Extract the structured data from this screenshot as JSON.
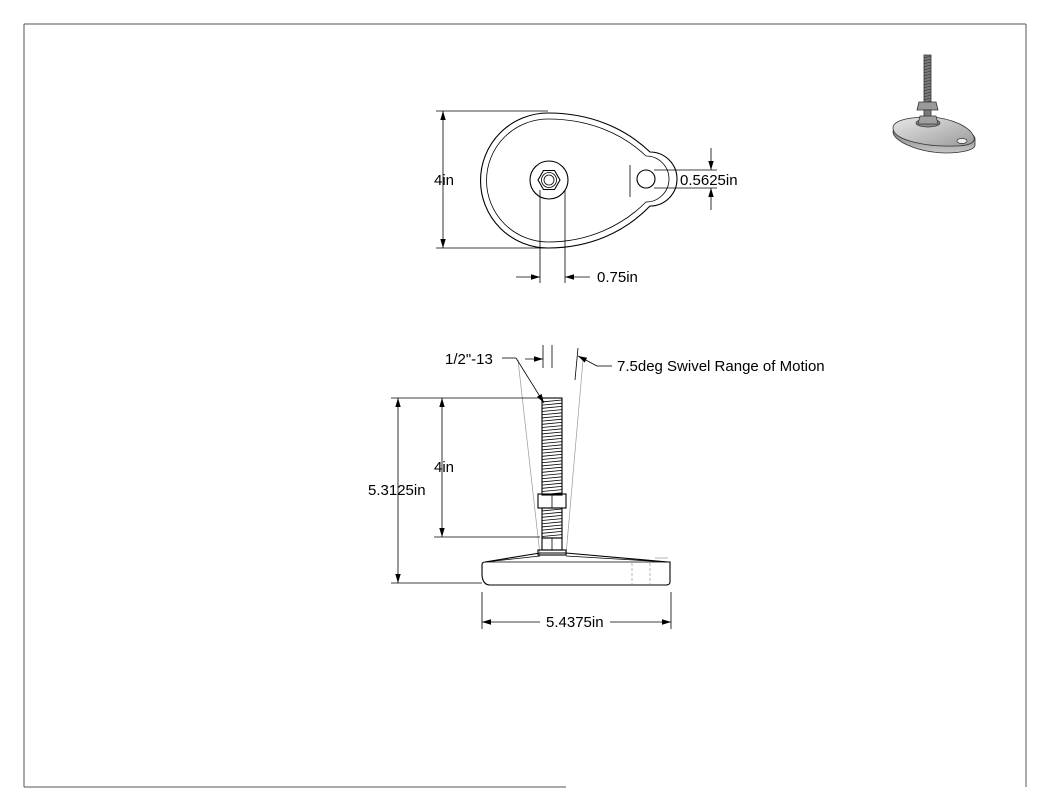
{
  "drawing": {
    "top_view": {
      "height_dim": "4in",
      "hole_dim": "0.5625in",
      "stud_dim": "0.75in"
    },
    "side_view": {
      "thread_callout": "1/2\"-13",
      "swivel_callout": "7.5deg Swivel Range of Motion",
      "stud_length_dim": "4in",
      "overall_height_dim": "5.3125in",
      "base_width_dim": "5.4375in"
    }
  }
}
